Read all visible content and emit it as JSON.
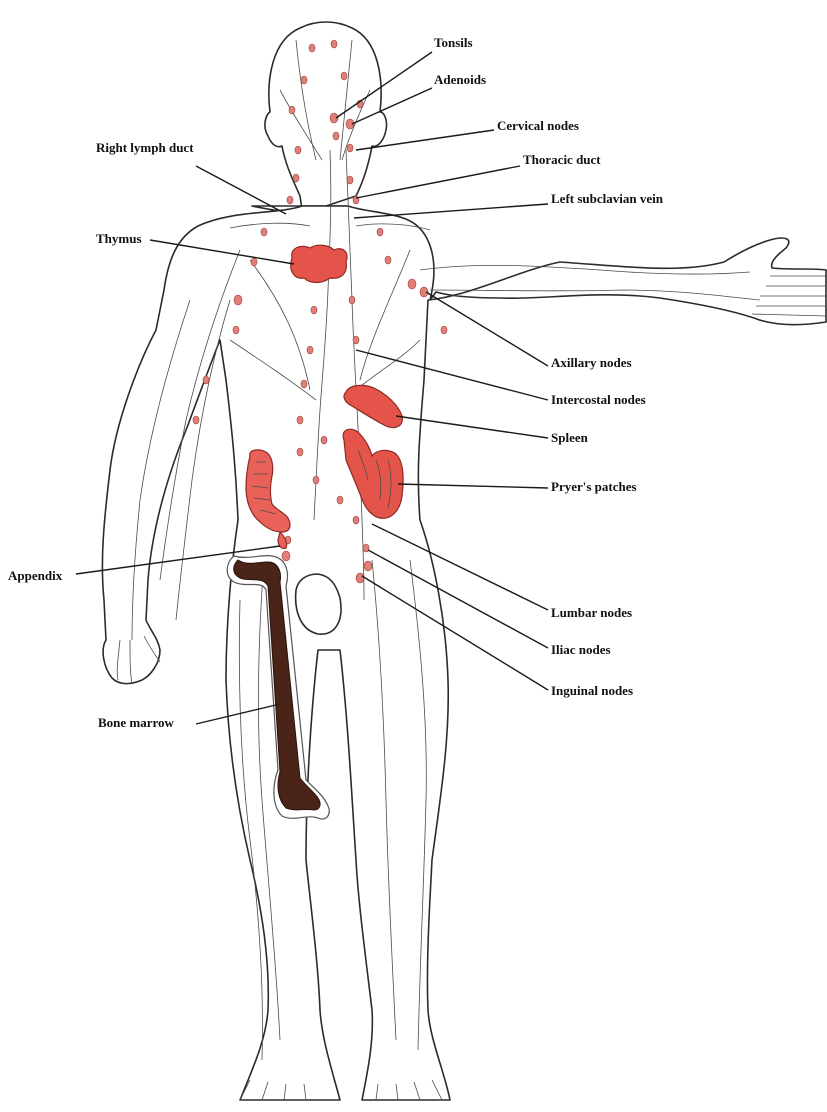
{
  "labels": {
    "tonsils": "Tonsils",
    "adenoids": "Adenoids",
    "cervical_nodes": "Cervical nodes",
    "right_lymph_duct": "Right lymph duct",
    "thoracic_duct": "Thoracic duct",
    "left_subclavian_vein": "Left subclavian vein",
    "thymus": "Thymus",
    "axillary_nodes": "Axillary nodes",
    "intercostal_nodes": "Intercostal nodes",
    "spleen": "Spleen",
    "peyers_patches": "Pryer's patches",
    "appendix": "Appendix",
    "lumbar_nodes": "Lumbar nodes",
    "iliac_nodes": "Iliac nodes",
    "inguinal_nodes": "Inguinal nodes",
    "bone_marrow": "Bone marrow"
  },
  "colors": {
    "organ": "#e5544a",
    "node": "#e07f78",
    "marrow": "#4a2418",
    "ink": "#1a1a1a"
  }
}
